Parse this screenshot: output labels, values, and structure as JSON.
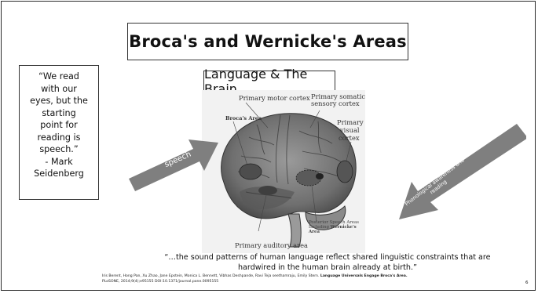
{
  "slide": {
    "title": "Broca's and Wernicke's Areas",
    "subtitle": "Language & The Brain",
    "quote_lines": [
      "“We read",
      "with our",
      "eyes, but the",
      "starting",
      "point for",
      "reading is",
      "speech.”",
      "- Mark",
      "Seidenberg"
    ],
    "figure_labels": {
      "primary_motor_cortex": "Primary motor cortex",
      "brocas_area": "Broca's Area",
      "primary_somatic_line1": "Primary somatic",
      "primary_somatic_line2": "sensory cortex",
      "primary_visual_line1": "Primary",
      "primary_visual_line2": "visual",
      "primary_visual_line3": "cortex",
      "posterior_line1": "Posterior Speech Areas",
      "posterior_line2": "Including",
      "posterior_wernicke": "Wernicke's",
      "posterior_line3": "Area",
      "primary_auditory_area": "Primary auditory area"
    },
    "left_arrow_label": "speech",
    "right_arrow_label_line1": "Phonological awareness and",
    "right_arrow_label_line2": "reading",
    "bottom_quote_line1": "“…the sound patterns of human language reflect shared linguistic constraints that are",
    "bottom_quote_line2": "hardwired in the human brain already at birth.”",
    "citation_authors": "Iris Berent, Hong Pan, Xu Zhao, Jane Epstein, Monica L. Bennett, Vibhas Deshpande, Ravi Teja seethamraju, Emily Stern.",
    "citation_title": "Language Universals Engage Broca's Area.",
    "citation_line2": "PLoSONE, 2014;9(4);e95155 DOI:10.1371/journal.pone.0095155",
    "page_number": "6",
    "colors": {
      "arrow": "#7f7f7f",
      "border": "#333333"
    }
  }
}
